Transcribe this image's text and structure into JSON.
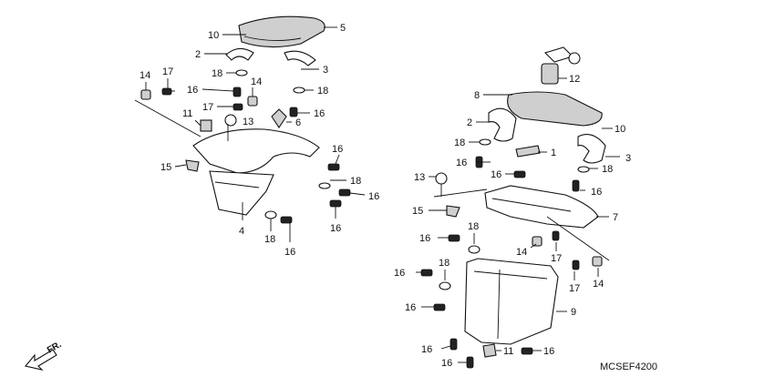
{
  "diagram_code": "MCSEF4200",
  "direction_label": "FR.",
  "callouts": {
    "left": {
      "c10": "10",
      "c5": "5",
      "c2": "2",
      "c18a": "18",
      "c3": "3",
      "c18b": "18",
      "c14a": "14",
      "c17a": "17",
      "c16a": "16",
      "c14b": "14",
      "c17b": "17",
      "c13": "13",
      "c11": "11",
      "c16b": "16",
      "c6": "6",
      "c16c": "16",
      "c15": "15",
      "c18c": "18",
      "c16d": "16",
      "c16e": "16",
      "c4": "4",
      "c18d": "18",
      "c16f": "16"
    },
    "right": {
      "c12": "12",
      "c8": "8",
      "c2": "2",
      "c10": "10",
      "c18a": "18",
      "c1": "1",
      "c3": "3",
      "c16a": "16",
      "c18b": "18",
      "c13": "13",
      "c16b": "16",
      "c16c": "16",
      "c15": "15",
      "c7": "7",
      "c18c": "18",
      "c16d": "16",
      "c14a": "14",
      "c17a": "17",
      "c16e": "16",
      "c18d": "18",
      "c17b": "17",
      "c14b": "14",
      "c16f": "16",
      "c9": "9",
      "c16g": "16",
      "c11": "11",
      "c16h": "16",
      "c16i": "16"
    }
  }
}
